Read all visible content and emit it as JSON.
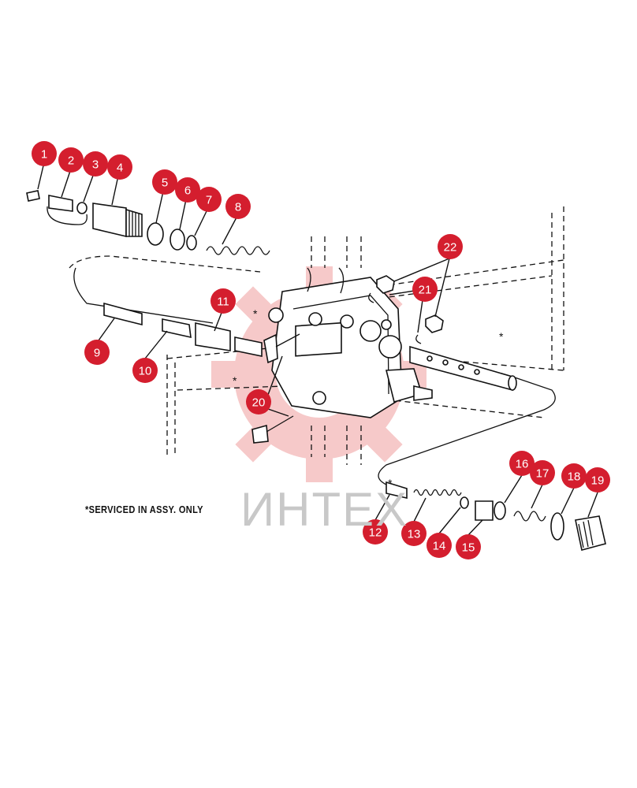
{
  "note": "*SERVICED IN ASSY. ONLY",
  "watermark": "ИНТЕХ",
  "colors": {
    "callout": "#d41e2e",
    "watermark_logo": "#f6c4c4",
    "line": "#111111"
  },
  "callouts": [
    "1",
    "2",
    "3",
    "4",
    "5",
    "6",
    "7",
    "8",
    "9",
    "10",
    "11",
    "12",
    "13",
    "14",
    "15",
    "16",
    "17",
    "18",
    "19",
    "20",
    "21",
    "22"
  ],
  "asterisks": [
    "*",
    "*",
    "*",
    "*"
  ]
}
